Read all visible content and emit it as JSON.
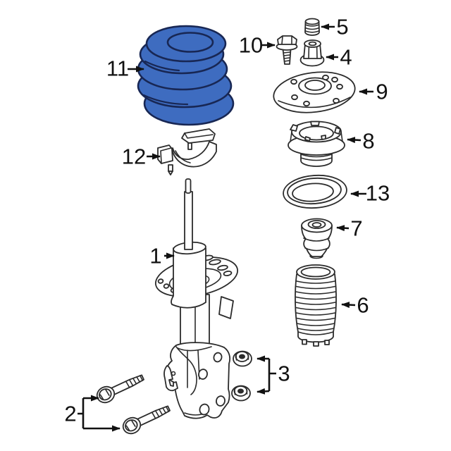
{
  "diagram": {
    "background_color": "#ffffff",
    "line_color": "#2b2b2b",
    "callout_color": "#111111",
    "highlighted_part_fill": "#3e6cc0",
    "highlighted_part_outline": "#182754"
  },
  "callouts": [
    {
      "label": "1"
    },
    {
      "label": "2"
    },
    {
      "label": "3"
    },
    {
      "label": "4"
    },
    {
      "label": "5"
    },
    {
      "label": "6"
    },
    {
      "label": "7"
    },
    {
      "label": "8"
    },
    {
      "label": "9"
    },
    {
      "label": "10"
    },
    {
      "label": "11"
    },
    {
      "label": "12"
    },
    {
      "label": "13"
    }
  ]
}
